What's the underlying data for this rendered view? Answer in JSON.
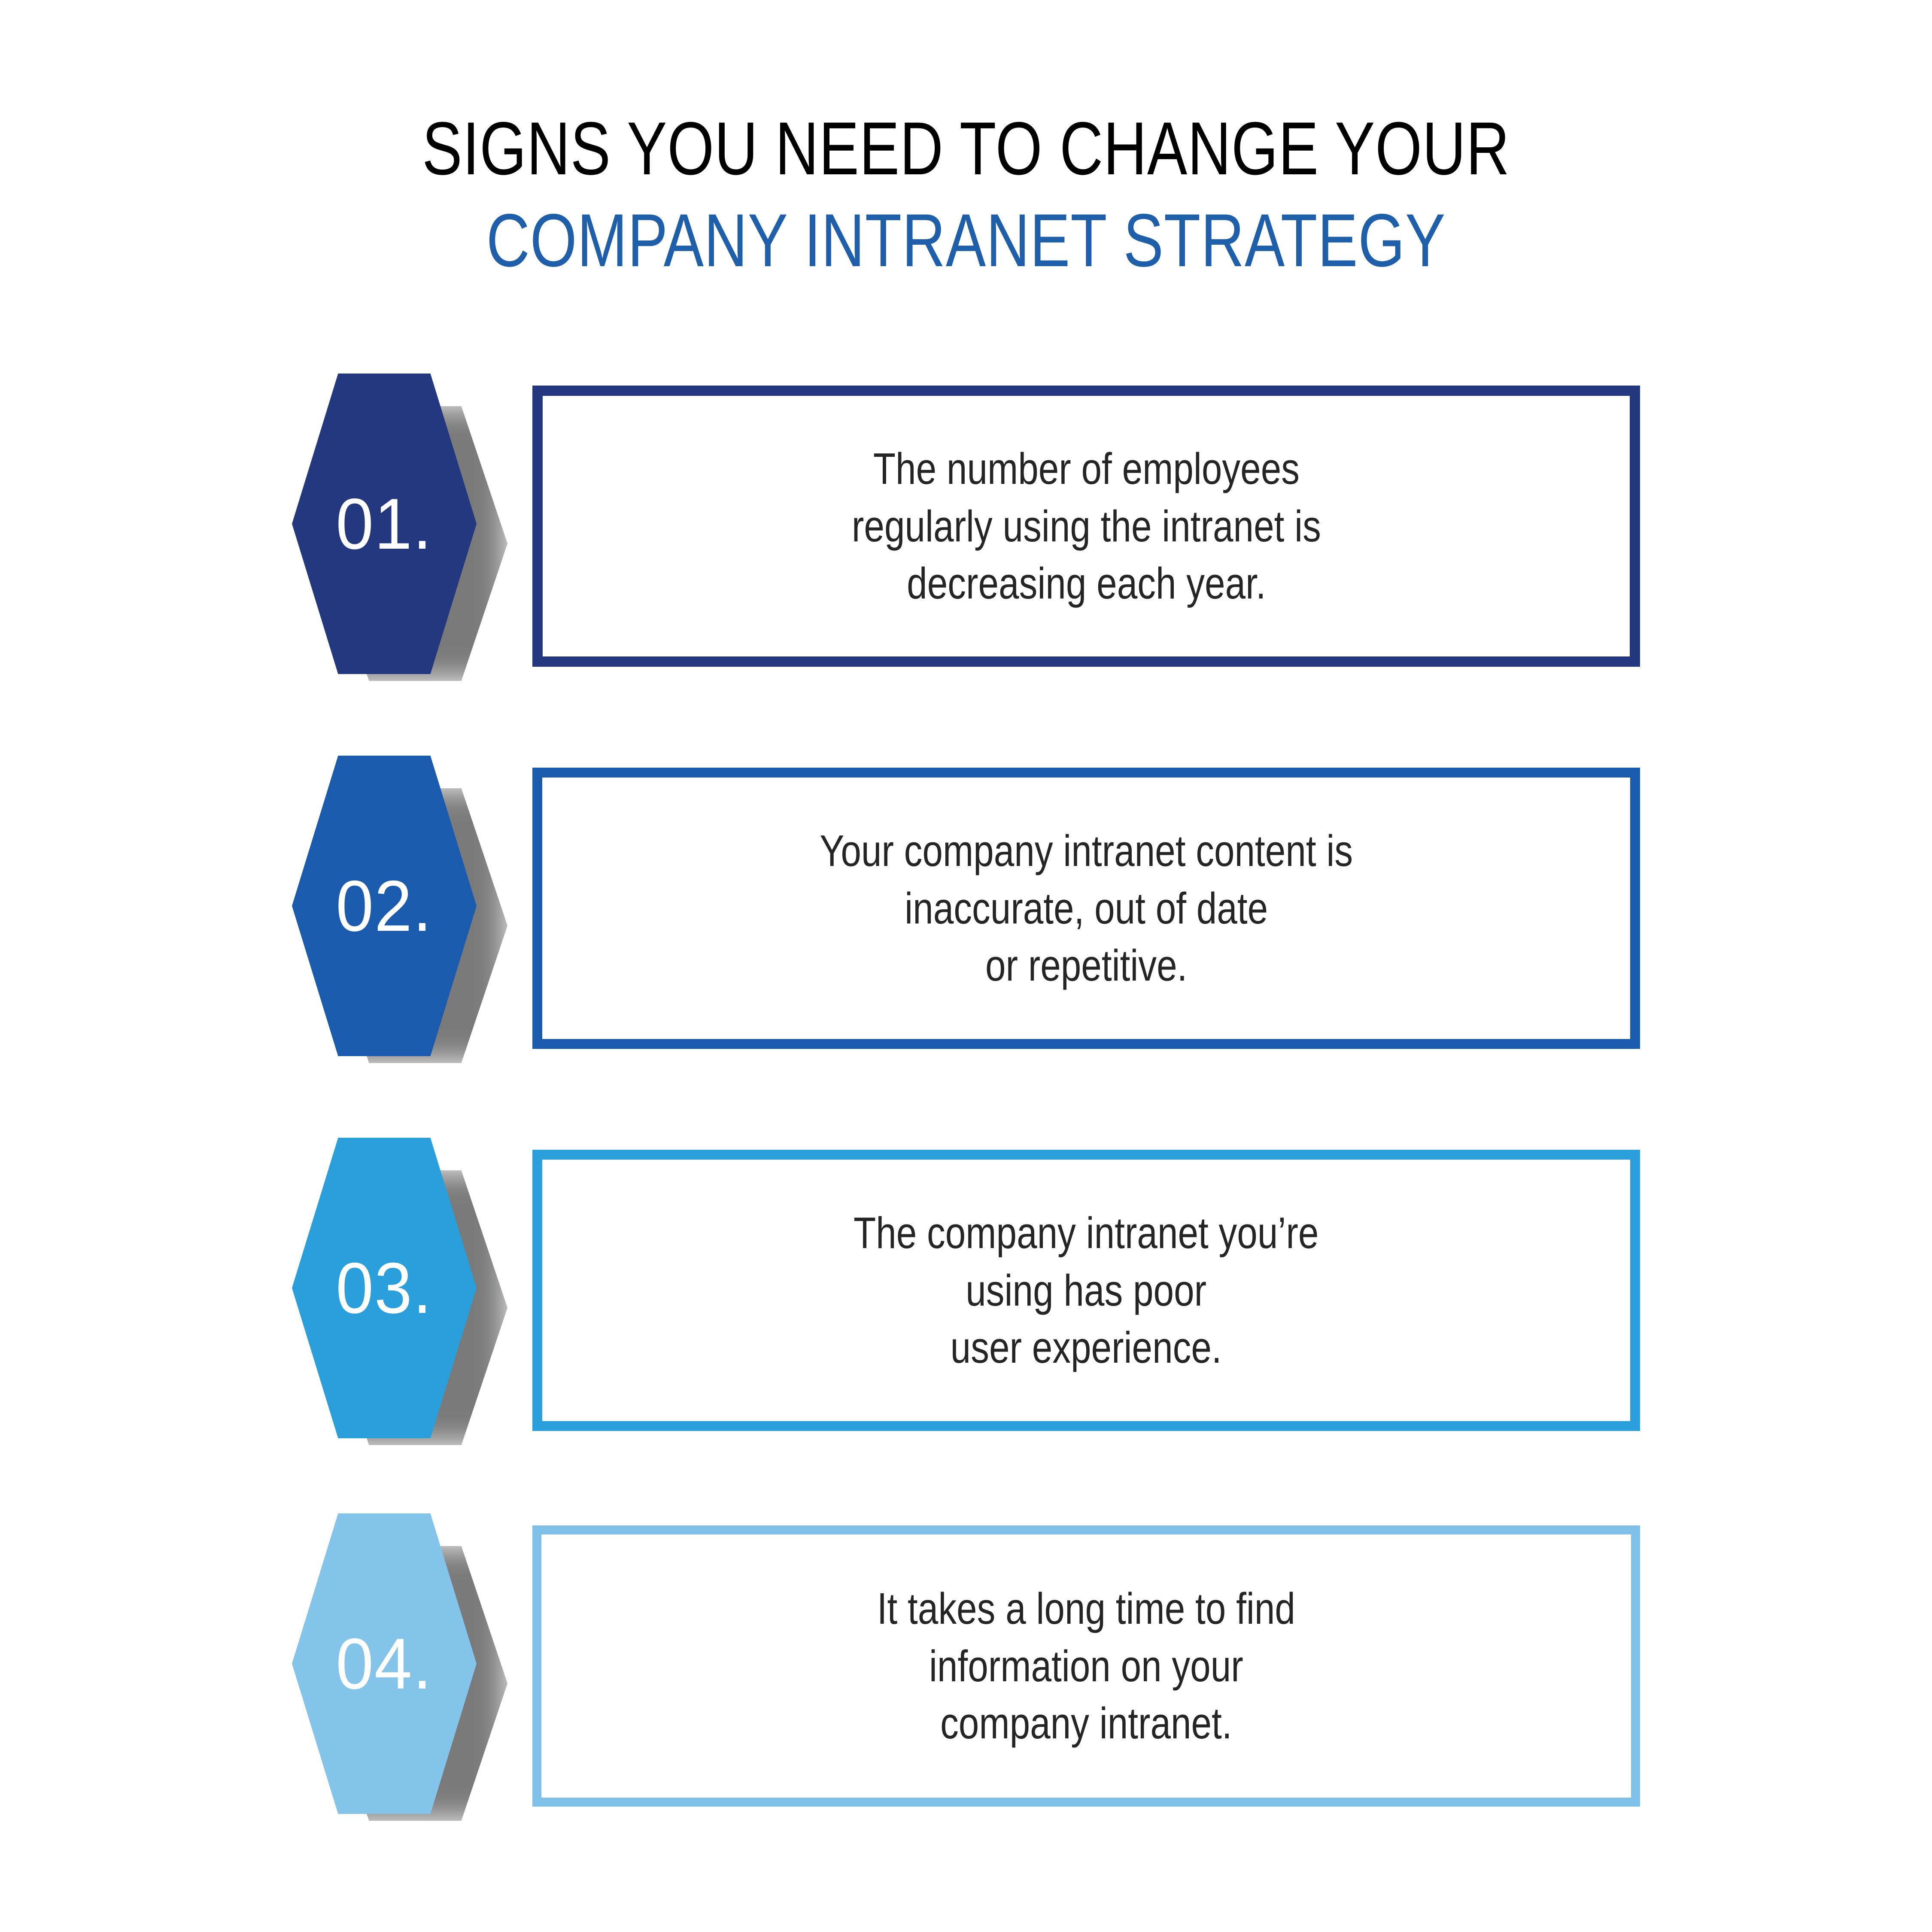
{
  "title": {
    "line1": "SIGNS YOU NEED TO CHANGE YOUR",
    "line2": "COMPANY INTRANET STRATEGY",
    "line1_color": "#000000",
    "line2_color": "#1F5FA9"
  },
  "items": [
    {
      "number": "01.",
      "text": "The number of employees\nregularly using the intranet is\ndecreasing each year.",
      "accent_color": "#24387F"
    },
    {
      "number": "02.",
      "text": "Your company intranet content is\ninaccurate, out of date\nor repetitive.",
      "accent_color": "#1A5BAE"
    },
    {
      "number": "03.",
      "text": "The company intranet you’re\nusing has poor\nuser experience.",
      "accent_color": "#2B9FDC"
    },
    {
      "number": "04.",
      "text": "It takes a long time to find\ninformation on your\ncompany intranet.",
      "accent_color": "#7FC0E8"
    }
  ],
  "background_color": "#FFFFFF",
  "body_text_color": "#252525"
}
